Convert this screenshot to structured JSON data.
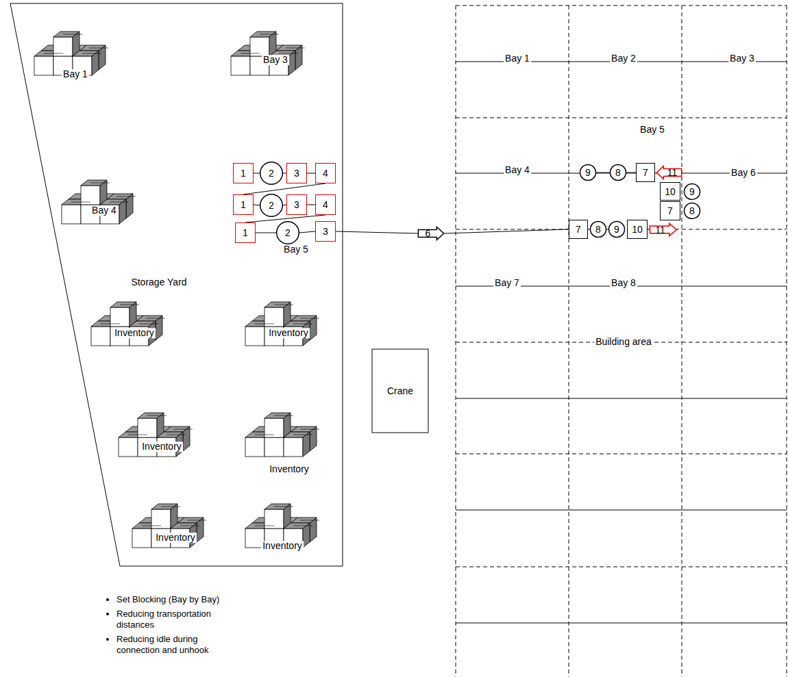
{
  "diagram": {
    "nodes": [
      {
        "text": [
          "1"
        ]
      },
      {
        "text": [
          "2"
        ]
      },
      {
        "text": [
          "3"
        ]
      },
      {
        "text": [
          "4"
        ]
      },
      {
        "text": [
          "1"
        ]
      },
      {
        "text": [
          "2"
        ]
      },
      {
        "text": [
          "3"
        ]
      },
      {
        "text": [
          "4"
        ]
      },
      {
        "text": [
          "1"
        ]
      },
      {
        "text": [
          "2"
        ]
      },
      {
        "text": [
          "3"
        ]
      },
      {
        "text": [
          "6"
        ]
      },
      {
        "text": [
          "9"
        ]
      },
      {
        "text": [
          "8"
        ]
      },
      {
        "text": [
          "7"
        ]
      },
      {
        "text": [
          "11"
        ]
      },
      {
        "text": [
          "10"
        ]
      },
      {
        "text": [
          "9"
        ]
      },
      {
        "text": [
          "7"
        ]
      },
      {
        "text": [
          "8"
        ]
      },
      {
        "text": [
          "7"
        ]
      },
      {
        "text": [
          "8"
        ]
      },
      {
        "text": [
          "9"
        ]
      },
      {
        "text": [
          "10"
        ]
      },
      {
        "text": [
          "11"
        ]
      },
      {
        "text": [
          "Crane"
        ]
      }
    ],
    "edges": [
      {
        "from": 0,
        "to": 1,
        "arrow": "none"
      },
      {
        "from": 1,
        "to": 2,
        "arrow": "none"
      },
      {
        "from": 2,
        "to": 3,
        "arrow": "none"
      },
      {
        "from": 3,
        "to": 4,
        "arrow": "none"
      },
      {
        "from": 4,
        "to": 5,
        "arrow": "none"
      },
      {
        "from": 5,
        "to": 6,
        "arrow": "none"
      },
      {
        "from": 6,
        "to": 7,
        "arrow": "none"
      },
      {
        "from": 7,
        "to": 8,
        "arrow": "none"
      },
      {
        "from": 8,
        "to": 9,
        "arrow": "none"
      },
      {
        "from": 9,
        "to": 10,
        "arrow": "none"
      },
      {
        "from": 10,
        "to": 11,
        "arrow": "none"
      },
      {
        "from": 11,
        "to": 20,
        "arrow": "none"
      },
      {
        "from": 12,
        "to": 13,
        "arrow": "none"
      },
      {
        "from": 13,
        "to": 14,
        "arrow": "none"
      }
    ],
    "labels": [
      "Bay 1",
      "Bay 3",
      "Bay 4",
      "Bay 5",
      "Storage Yard",
      "Inventory",
      "Inventory",
      "Inventory",
      "Inventory",
      "Inventory",
      "Inventory",
      "Bay 1",
      "Bay 2",
      "Bay 3",
      "Bay 5",
      "Bay 4",
      "Bay 6",
      "Bay 7",
      "Bay 8",
      "Building area",
      "Set Blocking (Bay by Bay)",
      "Reducing transportation distances",
      "Reducing idle during connection and unhook"
    ]
  }
}
